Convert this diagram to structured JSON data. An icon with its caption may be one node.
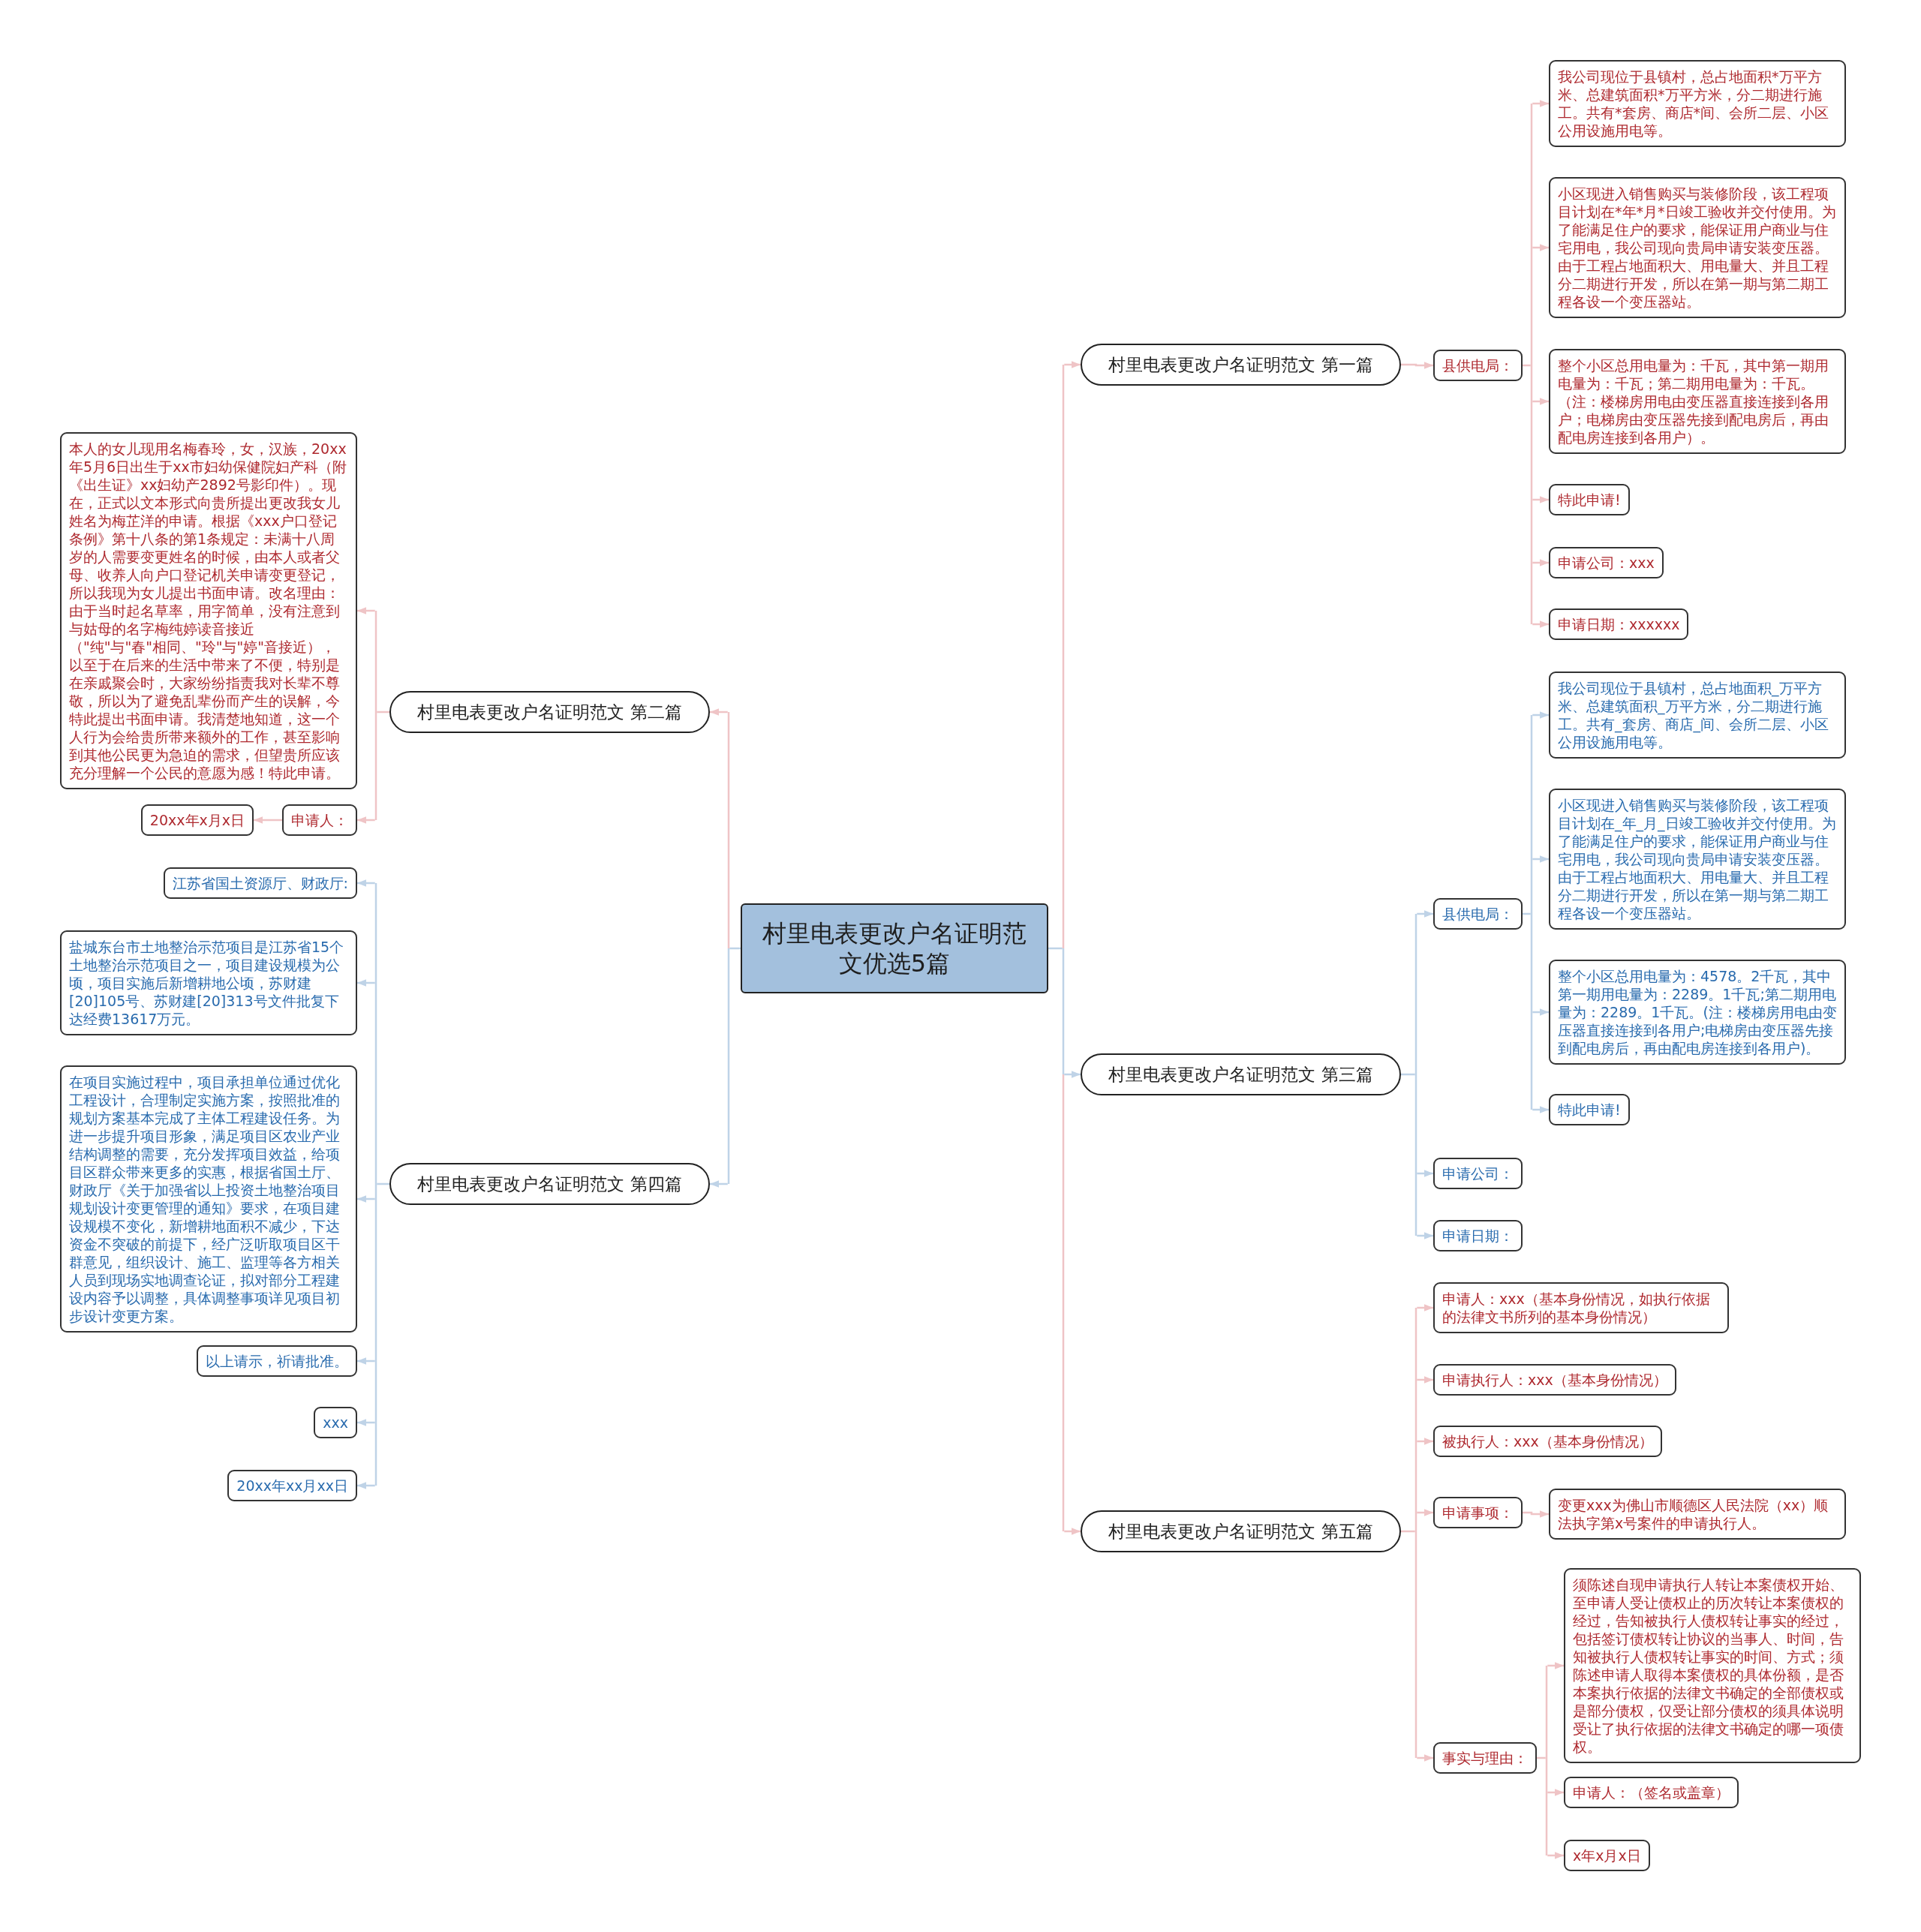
{
  "diagram": {
    "nodes": [
      {
        "text": [
          "村里电表更改户名证明范文优选5篇"
        ]
      },
      {
        "text": [
          "村里电表更改户名证明范文 第一篇"
        ]
      },
      {
        "text": [
          "县供电局："
        ]
      },
      {
        "text": [
          "我公司现位于县镇村，总占地面积*万平方米、总建筑面积*万平方米，分二期进行施工。共有*套房、商店*间、会所二层、小区公用设施用电等。"
        ]
      },
      {
        "text": [
          "小区现进入销售购买与装修阶段，该工程项目计划在*年*月*日竣工验收并交付使用。为了能满足住户的要求，能保证用户商业与住宅用电，我公司现向贵局申请安装变压器。由于工程占地面积大、用电量大、并且工程分二期进行开发，所以在第一期与第二期工程各设一个变压器站。"
        ]
      },
      {
        "text": [
          "整个小区总用电量为：千瓦，其中第一期用电量为：千瓦；第二期用电量为：千瓦。（注：楼梯房用电由变压器直接连接到各用户；电梯房由变压器先接到配电房后，再由配电房连接到各用户）。"
        ]
      },
      {
        "text": [
          "特此申请!"
        ]
      },
      {
        "text": [
          "申请公司：xxx"
        ]
      },
      {
        "text": [
          "申请日期：xxxxxx"
        ]
      },
      {
        "text": [
          "村里电表更改户名证明范文 第二篇"
        ]
      },
      {
        "text": [
          "本人的女儿现用名梅春玲，女，汉族，20xx年5月6日出生于xx市妇幼保健院妇产科（附《出生证》xx妇幼产2892号影印件）。现在，正式以文本形式向贵所提出更改我女儿姓名为梅芷洋的申请。根据《xxx户口登记条例》第十八条的第1条规定：未满十八周岁的人需要变更姓名的时候，由本人或者父母、收养人向户口登记机关申请变更登记，所以我现为女儿提出书面申请。改名理由：由于当时起名草率，用字简单，没有注意到与姑母的名字梅纯婷读音接近（\"纯\"与\"春\"相同、\"玲\"与\"婷\"音接近），以至于在后来的生活中带来了不便，特别是在亲戚聚会时，大家纷纷指责我对长辈不尊敬，所以为了避免乱辈份而产生的误解，今特此提出书面申请。我清楚地知道，这一个人行为会给贵所带来额外的工作，甚至影响到其他公民更为急迫的需求，但望贵所应该充分理解一个公民的意愿为感！特此申请。"
        ]
      },
      {
        "text": [
          "申请人："
        ]
      },
      {
        "text": [
          "20xx年x月x日"
        ]
      },
      {
        "text": [
          "村里电表更改户名证明范文 第三篇"
        ]
      },
      {
        "text": [
          "县供电局："
        ]
      },
      {
        "text": [
          "我公司现位于县镇村，总占地面积_万平方米、总建筑面积_万平方米，分二期进行施工。共有_套房、商店_间、会所二层、小区公用设施用电等。"
        ]
      },
      {
        "text": [
          "小区现进入销售购买与装修阶段，该工程项目计划在_年_月_日竣工验收并交付使用。为了能满足住户的要求，能保证用户商业与住宅用电，我公司现向贵局申请安装变压器。由于工程占地面积大、用电量大、并且工程分二期进行开发，所以在第一期与第二期工程各设一个变压器站。"
        ]
      },
      {
        "text": [
          "整个小区总用电量为：4578。2千瓦，其中第一期用电量为：2289。1千瓦;第二期用电量为：2289。1千瓦。(注：楼梯房用电由变压器直接连接到各用户;电梯房由变压器先接到配电房后，再由配电房连接到各用户)。"
        ]
      },
      {
        "text": [
          "特此申请!"
        ]
      },
      {
        "text": [
          "申请公司："
        ]
      },
      {
        "text": [
          "申请日期："
        ]
      },
      {
        "text": [
          "村里电表更改户名证明范文 第四篇"
        ]
      },
      {
        "text": [
          "江苏省国土资源厅、财政厅:"
        ]
      },
      {
        "text": [
          "盐城东台市土地整治示范项目是江苏省15个土地整治示范项目之一，项目建设规模为公顷，项目实施后新增耕地公顷，苏财建[20]105号、苏财建[20]313号文件批复下达经费13617万元。"
        ]
      },
      {
        "text": [
          "在项目实施过程中，项目承担单位通过优化工程设计，合理制定实施方案，按照批准的规划方案基本完成了主体工程建设任务。为进一步提升项目形象，满足项目区农业产业结构调整的需要，充分发挥项目效益，给项目区群众带来更多的实惠，根据省国土厅、财政厅《关于加强省以上投资土地整治项目规划设计变更管理的通知》要求，在项目建设规模不变化，新增耕地面积不减少，下达资金不突破的前提下，经广泛听取项目区干群意见，组织设计、施工、监理等各方相关人员到现场实地调查论证，拟对部分工程建设内容予以调整，具体调整事项详见项目初步设计变更方案。"
        ]
      },
      {
        "text": [
          "以上请示，祈请批准。"
        ]
      },
      {
        "text": [
          "xxx"
        ]
      },
      {
        "text": [
          "20xx年xx月xx日"
        ]
      },
      {
        "text": [
          "村里电表更改户名证明范文 第五篇"
        ]
      },
      {
        "text": [
          "申请人：xxx（基本身份情况，如执行依据的法律文书所列的基本身份情况）"
        ]
      },
      {
        "text": [
          "申请执行人：xxx（基本身份情况）"
        ]
      },
      {
        "text": [
          "被执行人：xxx（基本身份情况）"
        ]
      },
      {
        "text": [
          "申请事项："
        ]
      },
      {
        "text": [
          "变更xxx为佛山市顺德区人民法院（xx）顺法执字第x号案件的申请执行人。"
        ]
      },
      {
        "text": [
          "事实与理由："
        ]
      },
      {
        "text": [
          "须陈述自现申请执行人转让本案债权开始、至申请人受让债权止的历次转让本案债权的经过，告知被执行人债权转让事实的经过，包括签订债权转让协议的当事人、时间，告知被执行人债权转让事实的时间、方式；须陈述申请人取得本案债权的具体份额，是否本案执行依据的法律文书确定的全部债权或是部分债权，仅受让部分债权的须具体说明受让了执行依据的法律文书确定的哪一项债权。"
        ]
      },
      {
        "text": [
          "申请人：（签名或盖章）"
        ]
      },
      {
        "text": [
          "x年x月x日"
        ]
      }
    ],
    "edges": [
      {
        "from": 0,
        "to": 1,
        "arrow": "to"
      },
      {
        "from": 1,
        "to": 2,
        "arrow": "to"
      },
      {
        "from": 2,
        "to": 3,
        "arrow": "to"
      },
      {
        "from": 2,
        "to": 4,
        "arrow": "to"
      },
      {
        "from": 2,
        "to": 5,
        "arrow": "to"
      },
      {
        "from": 2,
        "to": 6,
        "arrow": "to"
      },
      {
        "from": 2,
        "to": 7,
        "arrow": "to"
      },
      {
        "from": 2,
        "to": 8,
        "arrow": "to"
      },
      {
        "from": 0,
        "to": 9,
        "arrow": "to"
      },
      {
        "from": 9,
        "to": 10,
        "arrow": "to"
      },
      {
        "from": 9,
        "to": 11,
        "arrow": "to"
      },
      {
        "from": 11,
        "to": 12,
        "arrow": "to"
      },
      {
        "from": 0,
        "to": 13,
        "arrow": "to",
        "color": "#bfd3e7"
      },
      {
        "from": 13,
        "to": 14,
        "arrow": "to",
        "color": "#bfd3e7"
      },
      {
        "from": 14,
        "to": 15,
        "arrow": "to",
        "color": "#bfd3e7"
      },
      {
        "from": 14,
        "to": 16,
        "arrow": "to",
        "color": "#bfd3e7"
      },
      {
        "from": 14,
        "to": 17,
        "arrow": "to",
        "color": "#bfd3e7"
      },
      {
        "from": 14,
        "to": 18,
        "arrow": "to",
        "color": "#bfd3e7"
      },
      {
        "from": 13,
        "to": 19,
        "arrow": "to",
        "color": "#bfd3e7"
      },
      {
        "from": 13,
        "to": 20,
        "arrow": "to",
        "color": "#bfd3e7"
      },
      {
        "from": 0,
        "to": 21,
        "arrow": "to",
        "color": "#bfd3e7"
      },
      {
        "from": 21,
        "to": 22,
        "arrow": "to",
        "color": "#bfd3e7"
      },
      {
        "from": 21,
        "to": 23,
        "arrow": "to",
        "color": "#bfd3e7"
      },
      {
        "from": 21,
        "to": 24,
        "arrow": "to",
        "color": "#bfd3e7"
      },
      {
        "from": 21,
        "to": 25,
        "arrow": "to",
        "color": "#bfd3e7"
      },
      {
        "from": 21,
        "to": 26,
        "arrow": "to",
        "color": "#bfd3e7"
      },
      {
        "from": 21,
        "to": 27,
        "arrow": "to",
        "color": "#bfd3e7"
      },
      {
        "from": 0,
        "to": 28,
        "arrow": "to"
      },
      {
        "from": 28,
        "to": 29,
        "arrow": "to"
      },
      {
        "from": 28,
        "to": 30,
        "arrow": "to"
      },
      {
        "from": 28,
        "to": 31,
        "arrow": "to"
      },
      {
        "from": 28,
        "to": 32,
        "arrow": "to"
      },
      {
        "from": 32,
        "to": 33,
        "arrow": "to"
      },
      {
        "from": 28,
        "to": 34,
        "arrow": "to"
      },
      {
        "from": 34,
        "to": 35,
        "arrow": "to"
      },
      {
        "from": 34,
        "to": 36,
        "arrow": "to"
      },
      {
        "from": 34,
        "to": 37,
        "arrow": "to"
      }
    ]
  }
}
